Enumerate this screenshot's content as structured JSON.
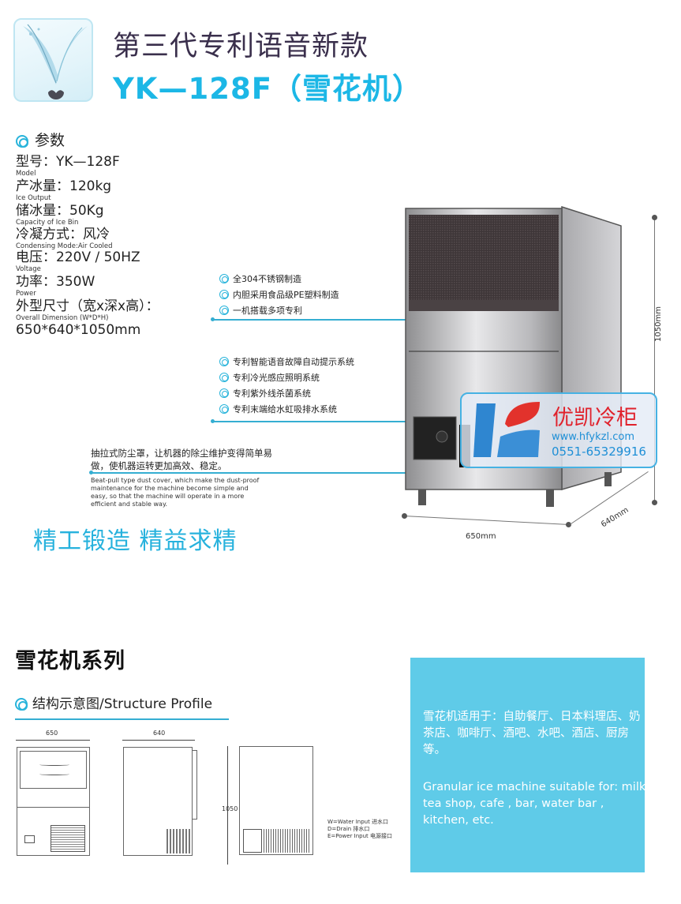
{
  "header": {
    "subtitle": "第三代专利语音新款",
    "title": "YK—128F（雪花机）",
    "logo_icon": "water-splash-v-icon"
  },
  "params": {
    "heading": "参数",
    "specs": [
      {
        "label_cn": "型号：YK—128F",
        "label_en": "Model"
      },
      {
        "label_cn": "产冰量：120kg",
        "label_en": "Ice Output"
      },
      {
        "label_cn": "储冰量：50Kg",
        "label_en": "Capacity of Ice Bin"
      },
      {
        "label_cn": "冷凝方式：风冷",
        "label_en": "Condensing Mode:Air Cooled"
      },
      {
        "label_cn": "电压：220V / 50HZ",
        "label_en": "Voltage"
      },
      {
        "label_cn": "功率：350W",
        "label_en": "Power"
      },
      {
        "label_cn": "外型尺寸（宽x深x高）：",
        "label_en": "Overall Dimension (W*D*H)"
      }
    ],
    "dimension_value": "650*640*1050mm"
  },
  "features": {
    "group1": [
      "全304不锈钢制造",
      "内胆采用食品级PE塑料制造",
      "一机搭载多项专利"
    ],
    "group2": [
      "专利智能语音故障自动提示系统",
      "专利冷光感应照明系统",
      "专利紫外线杀菌系统",
      "专利末端给水虹吸排水系统"
    ]
  },
  "dust_cover": {
    "cn": "抽拉式防尘罩，让机器的除尘维护变得简单易做，使机器运转更加高效、稳定。",
    "en": "Beat-pull type dust cover, which make the dust-proof maintenance for the machine become simple and easy, so that the machine will operate in a more efficient and stable way."
  },
  "slogan": "精工锻造  精益求精",
  "machine_dims": {
    "height": "1050mm",
    "width": "650mm",
    "depth": "640mm"
  },
  "watermark": {
    "name": "优凯冷柜",
    "url": "www.hfykzl.com",
    "phone": "0551-65329916",
    "brand_colors": {
      "red": "#e0222c",
      "blue": "#1e8fd6"
    }
  },
  "series": {
    "title": "雪花机系列",
    "structure_heading": "结构示意图/Structure Profile",
    "drawing_dims": {
      "front_width": "650",
      "side_depth": "640",
      "back_height": "1050"
    },
    "legend": [
      "W=Water Input 进水口",
      "D=Drain  排水口",
      "E=Power Input  电源接口"
    ]
  },
  "usage": {
    "cn": "雪花机适用于：自助餐厅、日本料理店、奶茶店、咖啡厅、酒吧、水吧、酒店、厨房等。",
    "en": "Granular ice machine suitable for: milk tea shop, cafe , bar, water bar , kitchen, etc."
  },
  "colors": {
    "accent": "#1cb7e6",
    "title_dark": "#3a2f4c",
    "usage_box": "#5fcbe8"
  }
}
